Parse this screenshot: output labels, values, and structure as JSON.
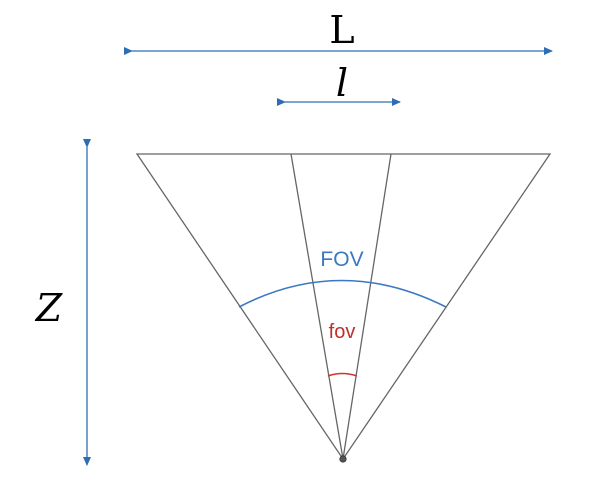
{
  "labels": {
    "big_width": "L",
    "small_width": "l",
    "depth": "Z",
    "wide_angle": "FOV",
    "narrow_angle": "fov"
  },
  "colors": {
    "arrow": "#2d6db5",
    "outline": "#666666",
    "fov_arc": "#3a78c2",
    "fov_text": "#3a78c2",
    "small_fov_arc": "#d0342c",
    "small_fov_text": "#c0302b",
    "vertex_dot": "#555555"
  }
}
